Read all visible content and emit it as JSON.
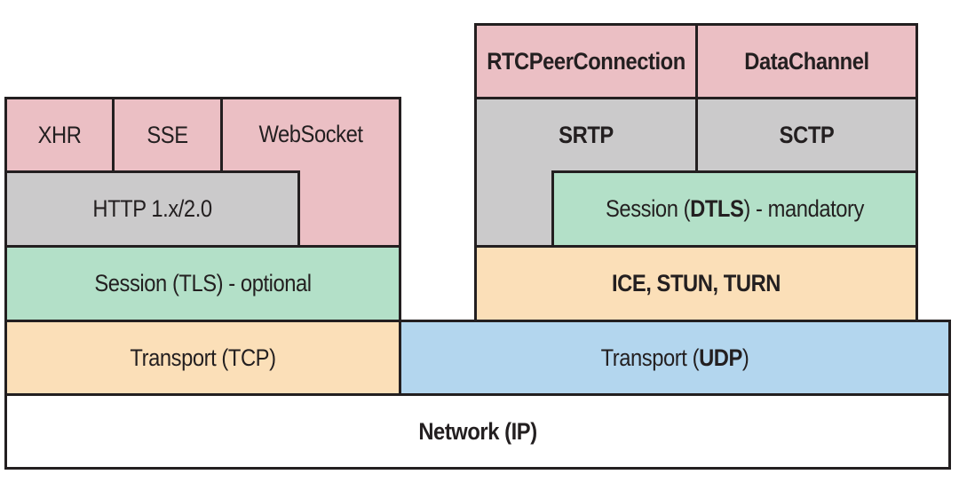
{
  "left_stack": {
    "xhr": "XHR",
    "sse": "SSE",
    "websocket": "WebSocket",
    "http": "HTTP 1.x/2.0",
    "session_prefix": "Session (TLS) - optional",
    "transport": "Transport (TCP)"
  },
  "right_stack": {
    "rtcpeerconnection": "RTCPeerConnection",
    "datachannel": "DataChannel",
    "srtp": "SRTP",
    "sctp": "SCTP",
    "session_pre": "Session (",
    "session_bold": "DTLS",
    "session_post": ") - mandatory",
    "ice": "ICE, STUN, TURN",
    "transport_pre": "Transport (",
    "transport_bold": "UDP",
    "transport_post": ")"
  },
  "network": "Network (IP)",
  "colors": {
    "api": "#ebbfc4",
    "protocol": "#cbcacb",
    "session": "#b3e0c8",
    "transport_tcp": "#fbdfb8",
    "transport_udp": "#b3d6ee",
    "network": "#ffffff",
    "border": "#231f20"
  }
}
